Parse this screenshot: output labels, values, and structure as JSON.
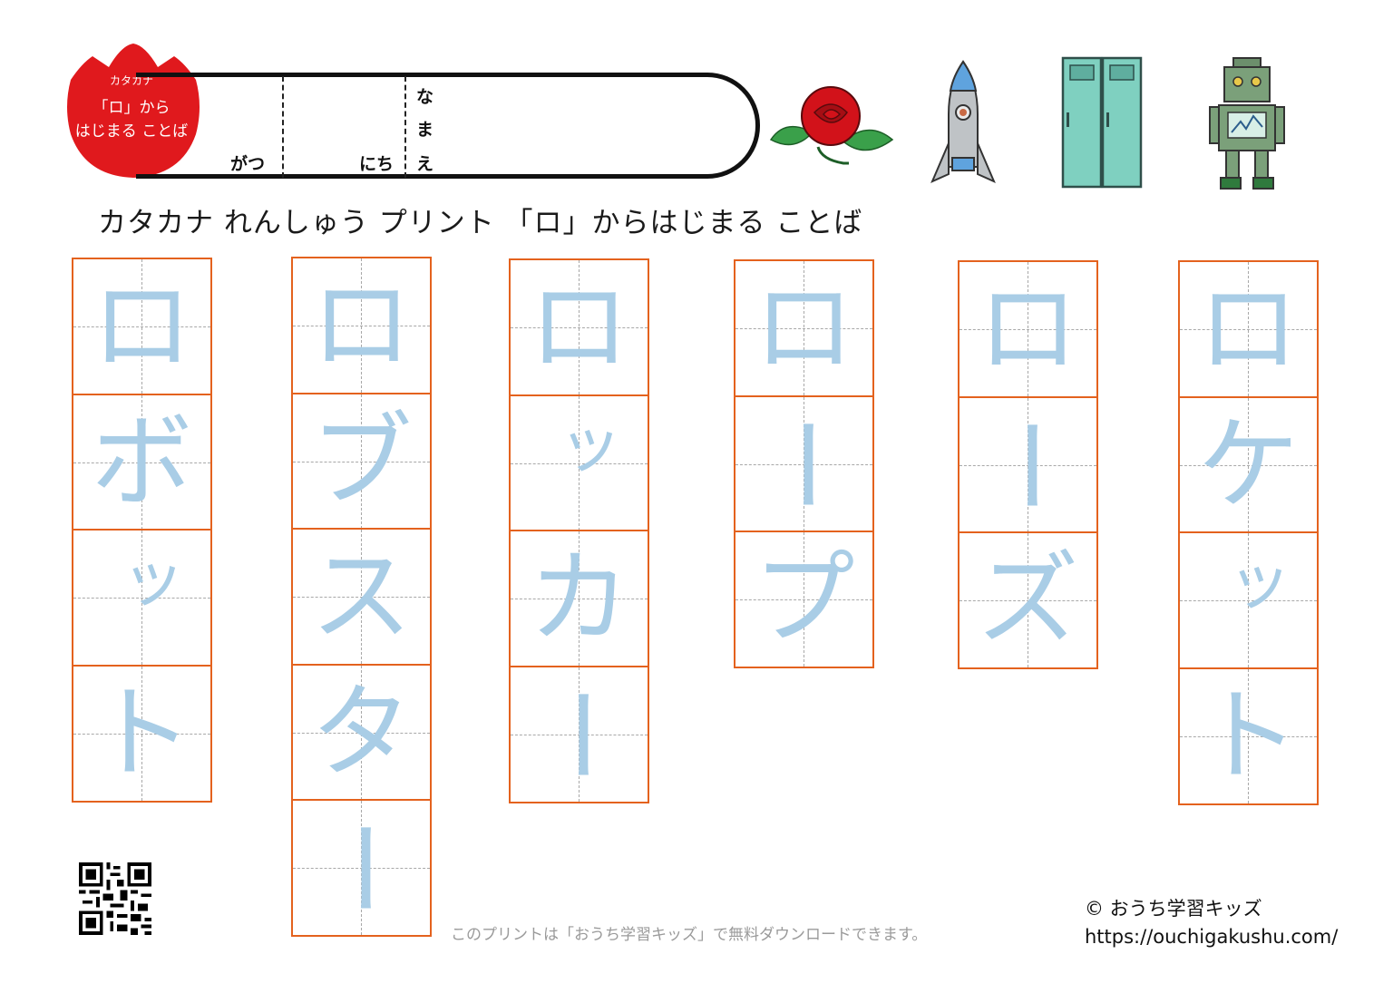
{
  "badge": {
    "line1": "カタカナ",
    "line2": "「ロ」から",
    "line3": "はじまる ことば",
    "color": "#e0191d"
  },
  "namebox": {
    "month_label": "がつ",
    "day_label": "にち",
    "name_label": [
      "な",
      "ま",
      "え"
    ]
  },
  "title": "カタカナ れんしゅう プリント 「ロ」からはじまる ことば",
  "illustrations": [
    "rose-icon",
    "rocket-icon",
    "locker-icon",
    "robot-icon"
  ],
  "words": [
    {
      "chars": [
        "ロ",
        "ボ",
        "ッ",
        "ト"
      ]
    },
    {
      "chars": [
        "ロ",
        "ブ",
        "ス",
        "タ",
        "ー"
      ]
    },
    {
      "chars": [
        "ロ",
        "ッ",
        "カ",
        "ー"
      ]
    },
    {
      "chars": [
        "ロ",
        "ー",
        "プ"
      ]
    },
    {
      "chars": [
        "ロ",
        "ー",
        "ズ"
      ]
    },
    {
      "chars": [
        "ロ",
        "ケ",
        "ッ",
        "ト"
      ]
    }
  ],
  "footer": {
    "note": "このプリントは「おうち学習キッズ」で無料ダウンロードできます。",
    "copyright": "© おうち学習キッズ",
    "url": "https://ouchigakushu.com/"
  },
  "colors": {
    "grid_border": "#e4621e",
    "trace_glyph": "#a9cde6",
    "guide_dash": "#a8a8a8"
  }
}
